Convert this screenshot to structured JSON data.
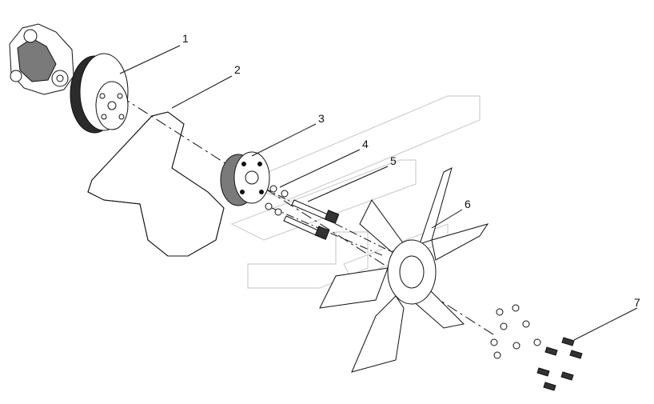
{
  "callouts": [
    {
      "label": "1",
      "part": "water-pump-pulley"
    },
    {
      "label": "2",
      "part": "drive-belt"
    },
    {
      "label": "3",
      "part": "fan-hub"
    },
    {
      "label": "4",
      "part": "washer"
    },
    {
      "label": "5",
      "part": "stud-bolt"
    },
    {
      "label": "6",
      "part": "fan"
    },
    {
      "label": "7",
      "part": "bolt"
    }
  ],
  "colors": {
    "line": "#111111",
    "part_fill": "#ffffff",
    "shade": "#7a7a7a",
    "watermark": "#cfcfcf"
  }
}
